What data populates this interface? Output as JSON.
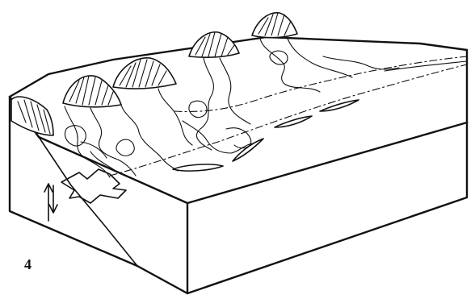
{
  "figure": {
    "panel_label": "4",
    "ink_color": "#111111",
    "paper_color": "#ffffff",
    "elements": [
      "block-top-surface",
      "block-front-face",
      "block-left-face",
      "alluvial-fans",
      "braided-channels",
      "shoreline-dashed-line",
      "offshore-bars",
      "fault-plane",
      "fault-motion-arrows"
    ]
  }
}
